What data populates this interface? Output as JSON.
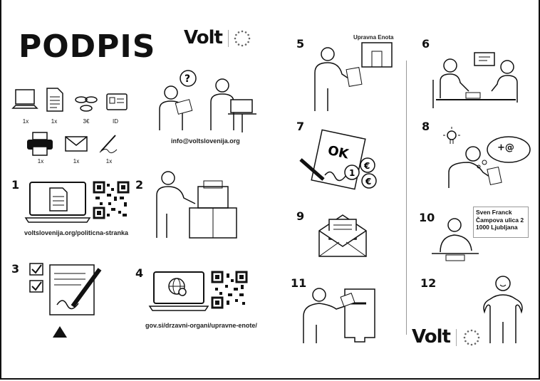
{
  "title": "PODPIS",
  "brand": {
    "name": "Volt"
  },
  "items": [
    {
      "icon": "laptop-icon",
      "qty": "1x"
    },
    {
      "icon": "document-icon",
      "qty": "1x"
    },
    {
      "icon": "coins-icon",
      "qty": "3€"
    },
    {
      "icon": "id-card-icon",
      "qty": "ID"
    },
    {
      "icon": "printer-icon",
      "qty": "1x"
    },
    {
      "icon": "envelope-icon",
      "qty": "1x"
    },
    {
      "icon": "pen-icon",
      "qty": "1x"
    }
  ],
  "contact_email": "info@voltslovenija.org",
  "steps": [
    {
      "number": "1",
      "caption": "voltslovenija.org/politicna-stranka"
    },
    {
      "number": "2"
    },
    {
      "number": "3"
    },
    {
      "number": "4",
      "caption": "gov.si/drzavni-organi/upravne-enote/"
    },
    {
      "number": "5",
      "caption": "Upravna Enota"
    },
    {
      "number": "6"
    },
    {
      "number": "7",
      "caption": "OK"
    },
    {
      "number": "8",
      "caption": "+@"
    },
    {
      "number": "9"
    },
    {
      "number": "10",
      "address": [
        "Sven Franck",
        "Čampova ulica 2",
        "1000 Ljubljana"
      ]
    },
    {
      "number": "11"
    },
    {
      "number": "12"
    }
  ]
}
